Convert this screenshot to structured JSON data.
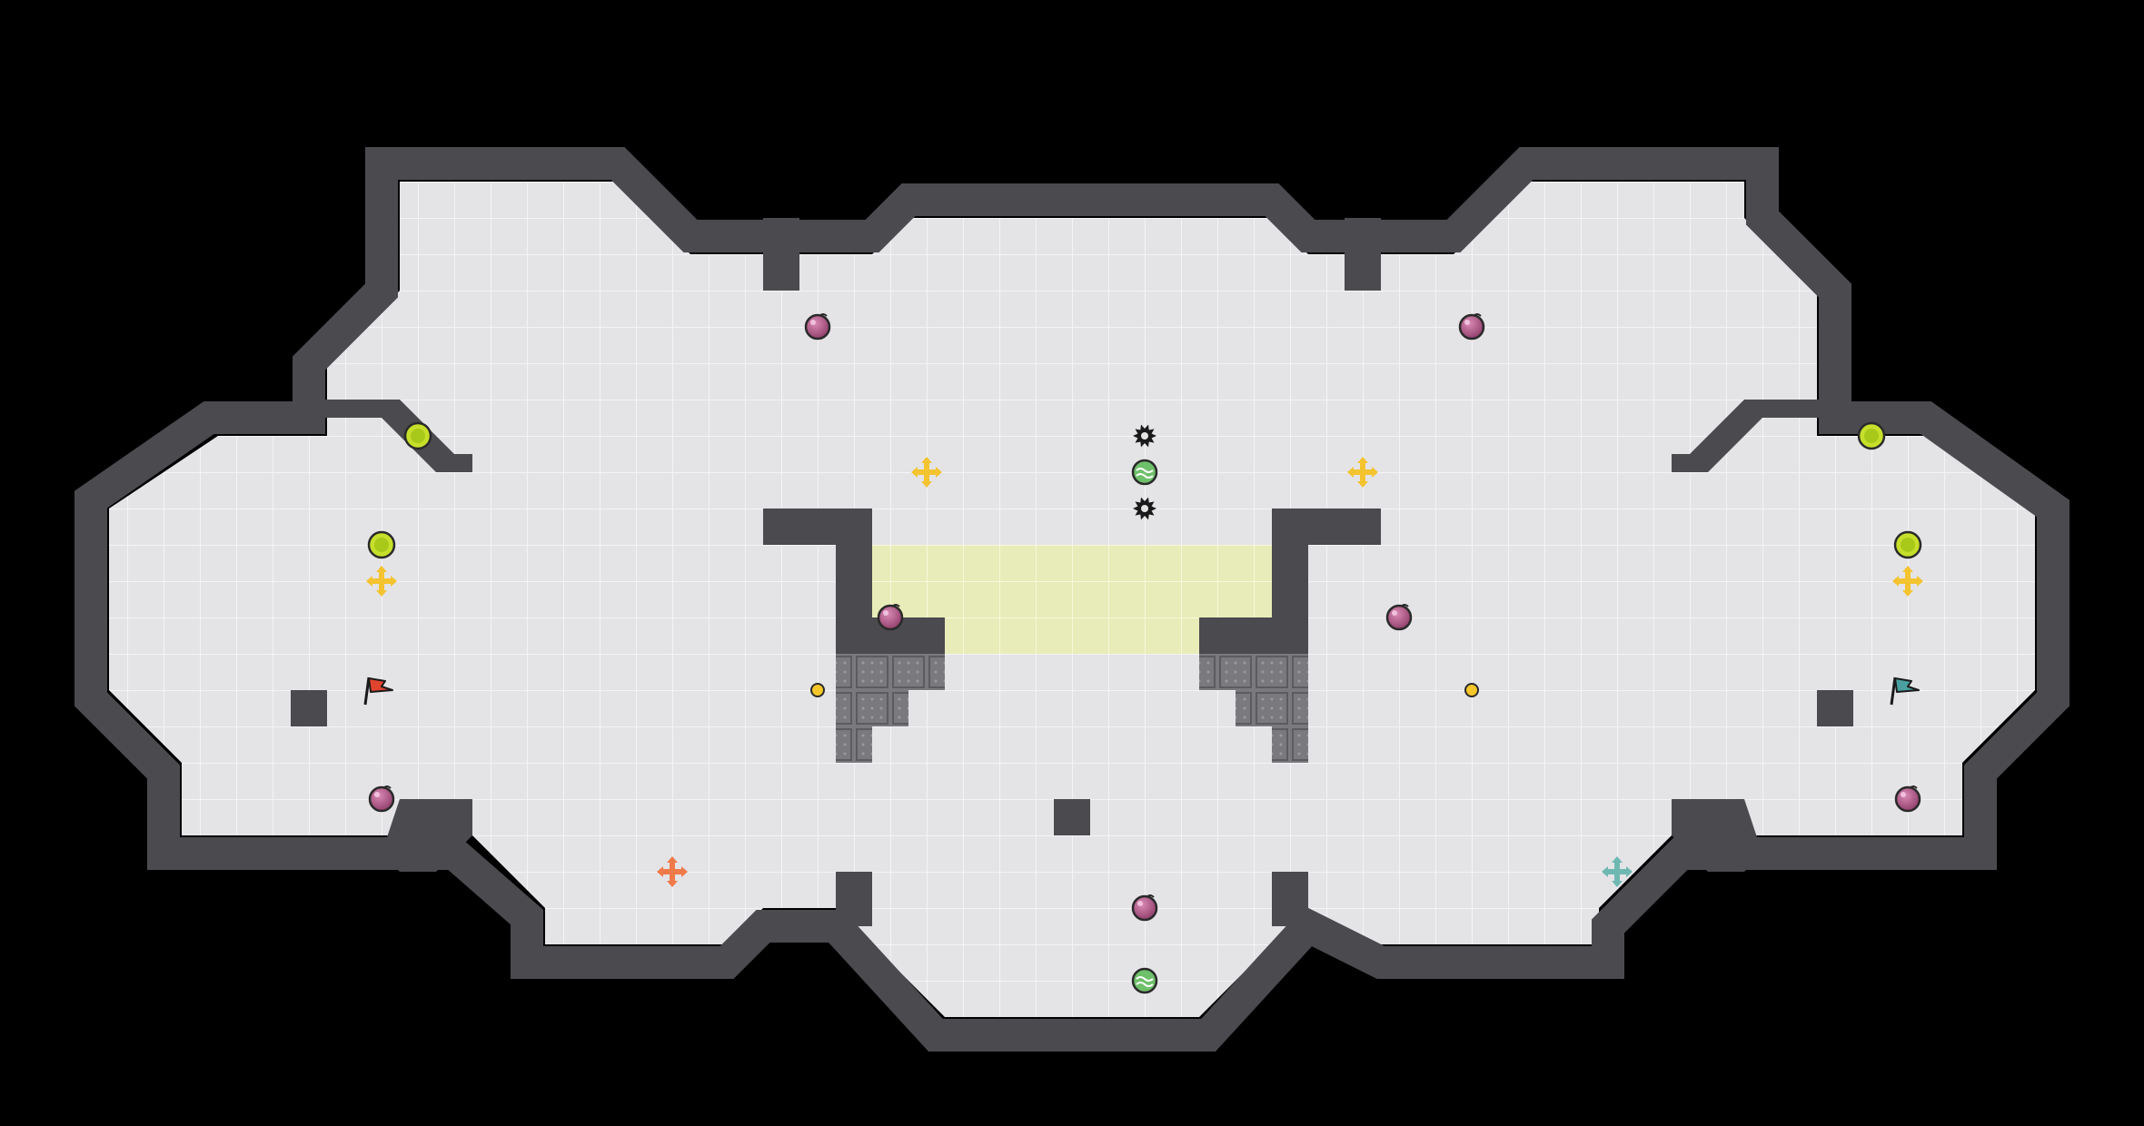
{
  "colors": {
    "background": "#000000",
    "floor": "#e4e4e7",
    "grid_line": "#f4f4f6",
    "wall": "#4a4a4f",
    "wall_edge": "#2e2e32",
    "neutral_zone": "#e8ecb8",
    "gate_tile": "#7a7a7e",
    "bomb": "#b04a80",
    "boost": "#c6df2a",
    "powerup": "#6fc06a",
    "red_team": "#e0442e",
    "blue_team": "#4aa0a0",
    "yellow_portal": "#f4c330",
    "red_portal": "#f07a4a",
    "teal_portal": "#6fb8b2",
    "button": "#f5c72a",
    "spike": "#1a1a1a"
  },
  "map": {
    "flags": [
      {
        "team": "red",
        "icon": "red-flag-icon",
        "col": 8,
        "row": 17
      },
      {
        "team": "blue",
        "icon": "blue-flag-icon",
        "col": 50,
        "row": 17
      }
    ],
    "bombs": [
      {
        "col": 20,
        "row": 7
      },
      {
        "col": 38,
        "row": 7
      },
      {
        "col": 22,
        "row": 15
      },
      {
        "col": 36,
        "row": 15
      },
      {
        "col": 8,
        "row": 20
      },
      {
        "col": 50,
        "row": 20
      },
      {
        "col": 29,
        "row": 23
      }
    ],
    "boosts": [
      {
        "col": 9,
        "row": 10
      },
      {
        "col": 49,
        "row": 10
      },
      {
        "col": 8,
        "row": 13
      },
      {
        "col": 50,
        "row": 13
      }
    ],
    "powerups": [
      {
        "col": 29,
        "row": 11
      },
      {
        "col": 29,
        "row": 25
      }
    ],
    "spikes": [
      {
        "col": 29,
        "row": 10
      },
      {
        "col": 29,
        "row": 12
      }
    ],
    "portals": [
      {
        "color": "yellow",
        "col": 23,
        "row": 11
      },
      {
        "color": "yellow",
        "col": 35,
        "row": 11
      },
      {
        "color": "yellow",
        "col": 8,
        "row": 14
      },
      {
        "color": "yellow",
        "col": 50,
        "row": 14
      },
      {
        "color": "red",
        "col": 16,
        "row": 22
      },
      {
        "color": "teal",
        "col": 42,
        "row": 22
      }
    ],
    "buttons": [
      {
        "col": 20,
        "row": 17
      },
      {
        "col": 38,
        "row": 17
      }
    ]
  }
}
